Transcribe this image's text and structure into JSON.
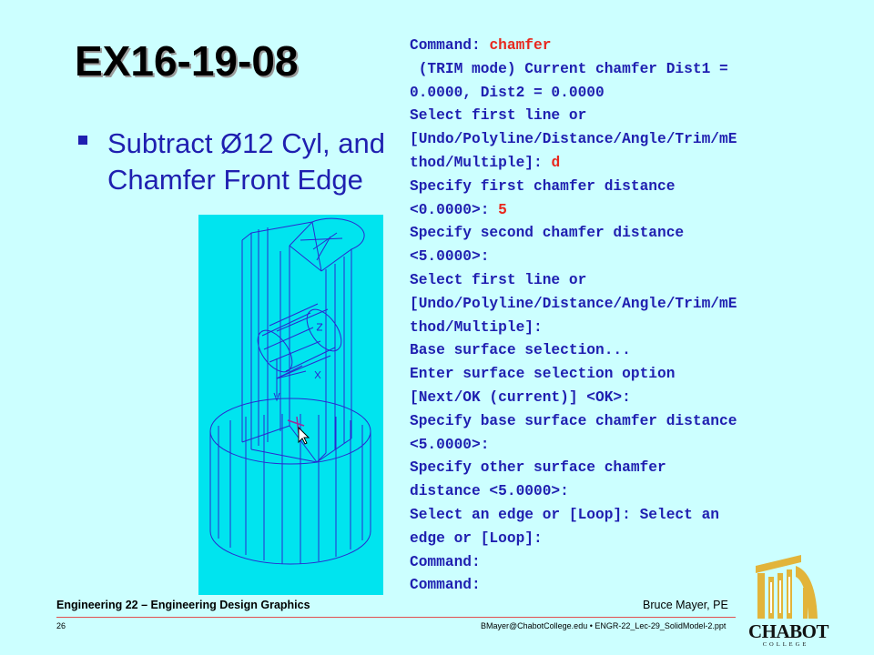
{
  "slide": {
    "title": "EX16-19-08",
    "bullet": "Subtract Ø12 Cyl, and Chamfer Front Edge"
  },
  "command_log": [
    [
      {
        "t": "Command: "
      },
      {
        "t": "chamfer",
        "c": "red"
      }
    ],
    [
      {
        "t": " (TRIM mode) Current chamfer Dist1 ="
      }
    ],
    [
      {
        "t": "0.0000, Dist2 = 0.0000"
      }
    ],
    [
      {
        "t": "Select first line or"
      }
    ],
    [
      {
        "t": "[Undo/Polyline/Distance/Angle/Trim/mE"
      }
    ],
    [
      {
        "t": "thod/Multiple]: "
      },
      {
        "t": "d",
        "c": "red"
      }
    ],
    [
      {
        "t": "Specify first chamfer distance"
      }
    ],
    [
      {
        "t": "<0.0000>: "
      },
      {
        "t": "5",
        "c": "red"
      }
    ],
    [
      {
        "t": "Specify second chamfer distance"
      }
    ],
    [
      {
        "t": "<5.0000>:"
      }
    ],
    [
      {
        "t": "Select first line or"
      }
    ],
    [
      {
        "t": "[Undo/Polyline/Distance/Angle/Trim/mE"
      }
    ],
    [
      {
        "t": "thod/Multiple]:"
      }
    ],
    [
      {
        "t": "Base surface selection..."
      }
    ],
    [
      {
        "t": "Enter surface selection option"
      }
    ],
    [
      {
        "t": "[Next/OK (current)] <OK>:"
      }
    ],
    [
      {
        "t": "Specify base surface chamfer distance"
      }
    ],
    [
      {
        "t": "<5.0000>:"
      }
    ],
    [
      {
        "t": "Specify other surface chamfer"
      }
    ],
    [
      {
        "t": "distance <5.0000>:"
      }
    ],
    [
      {
        "t": "Select an edge or [Loop]: Select an"
      }
    ],
    [
      {
        "t": "edge or [Loop]:"
      }
    ],
    [
      {
        "t": "Command:"
      }
    ],
    [
      {
        "t": "Command:"
      }
    ]
  ],
  "footer": {
    "course": "Engineering 22 – Engineering Design Graphics",
    "author": "Bruce Mayer, PE",
    "page": "26",
    "file": "BMayer@ChabotCollege.edu  •  ENGR-22_Lec-29_SolidModel-2.ppt"
  },
  "logo": {
    "word": "CHABOT",
    "sub": "COLLEGE"
  },
  "colors": {
    "background": "#ccffff",
    "text_blue": "#1f1fb0",
    "highlight_red": "#e8281e",
    "viewport": "#00e4ef",
    "wire": "#2a2ad0",
    "logo_gold": "#e2b43a"
  },
  "icons": [
    "ucs-icon",
    "mouse-cursor-icon",
    "chabot-college-logo"
  ]
}
